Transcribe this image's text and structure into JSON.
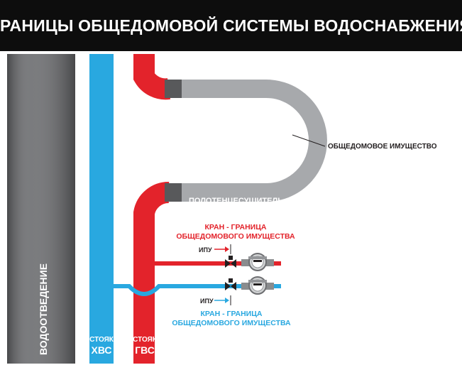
{
  "header": {
    "title": "ГРАНИЦЫ ОБЩЕДОМОВОЙ СИСТЕМЫ ВОДОСНАБЖЕНИЯ"
  },
  "pipes": {
    "drain_label": "ВОДООТВЕДЕНИЕ",
    "cold_riser": {
      "line1": "СТОЯК",
      "line2": "ХВС"
    },
    "hot_riser": {
      "line1": "СТОЯК",
      "line2": "ГВС"
    }
  },
  "labels": {
    "common_property": "ОБЩЕДОМОВОЕ ИМУЩЕСТВО",
    "towel_dryer": "ПОЛОТЕНЦЕСУШИТЕЛЬ",
    "hot_valve_boundary": {
      "line1": "КРАН - ГРАНИЦА",
      "line2": "ОБЩЕДОМОВОГО ИМУЩЕСТВА"
    },
    "cold_valve_boundary": {
      "line1": "КРАН - ГРАНИЦА",
      "line2": "ОБЩЕДОМОВОГО ИМУЩЕСТВА"
    },
    "ipu_hot": "ИПУ",
    "ipu_cold": "ИПУ"
  },
  "colors": {
    "header_bg": "#0d0d0d",
    "drain": "#6d6e71",
    "cold": "#29a8e0",
    "hot": "#e3232b",
    "common_pipe": "#a7a9ac",
    "coupling": "#58595b",
    "text_dark": "#231f20"
  }
}
